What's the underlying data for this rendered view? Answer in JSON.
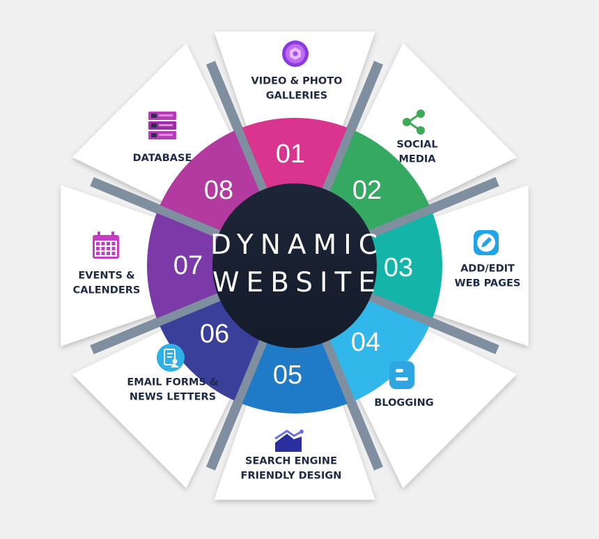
{
  "title": {
    "line1": "DYNAMIC",
    "line2": "WEBSITE"
  },
  "segments": [
    {
      "number": "01",
      "label_lines": [
        "VIDEO & PHOTO",
        "GALLERIES"
      ],
      "color": "#d9358e",
      "icon": "video-gallery-icon"
    },
    {
      "number": "02",
      "label_lines": [
        "SOCIAL",
        "MEDIA"
      ],
      "color": "#35a861",
      "icon": "share-icon"
    },
    {
      "number": "03",
      "label_lines": [
        "ADD/EDIT",
        "WEB PAGES"
      ],
      "color": "#14b5a8",
      "icon": "edit-pencil-icon"
    },
    {
      "number": "04",
      "label_lines": [
        "BLOGGING"
      ],
      "color": "#32b7ea",
      "icon": "blogger-icon"
    },
    {
      "number": "05",
      "label_lines": [
        "SEARCH ENGINE",
        "FRIENDLY DESIGN"
      ],
      "color": "#1f7ac8",
      "icon": "growth-chart-icon"
    },
    {
      "number": "06",
      "label_lines": [
        "EMAIL FORMS &",
        "NEWS LETTERS"
      ],
      "color": "#3a3f9a",
      "icon": "document-user-icon"
    },
    {
      "number": "07",
      "label_lines": [
        "EVENTS &",
        "CALENDERS"
      ],
      "color": "#7b3aa8",
      "icon": "calendar-icon"
    },
    {
      "number": "08",
      "label_lines": [
        "DATABASE"
      ],
      "color": "#b33a9f",
      "icon": "database-server-icon"
    }
  ],
  "colors": {
    "center": "#1a2233",
    "panel": "#ffffff",
    "spoke": "#7f8fa0",
    "label": "#1f2a44"
  }
}
